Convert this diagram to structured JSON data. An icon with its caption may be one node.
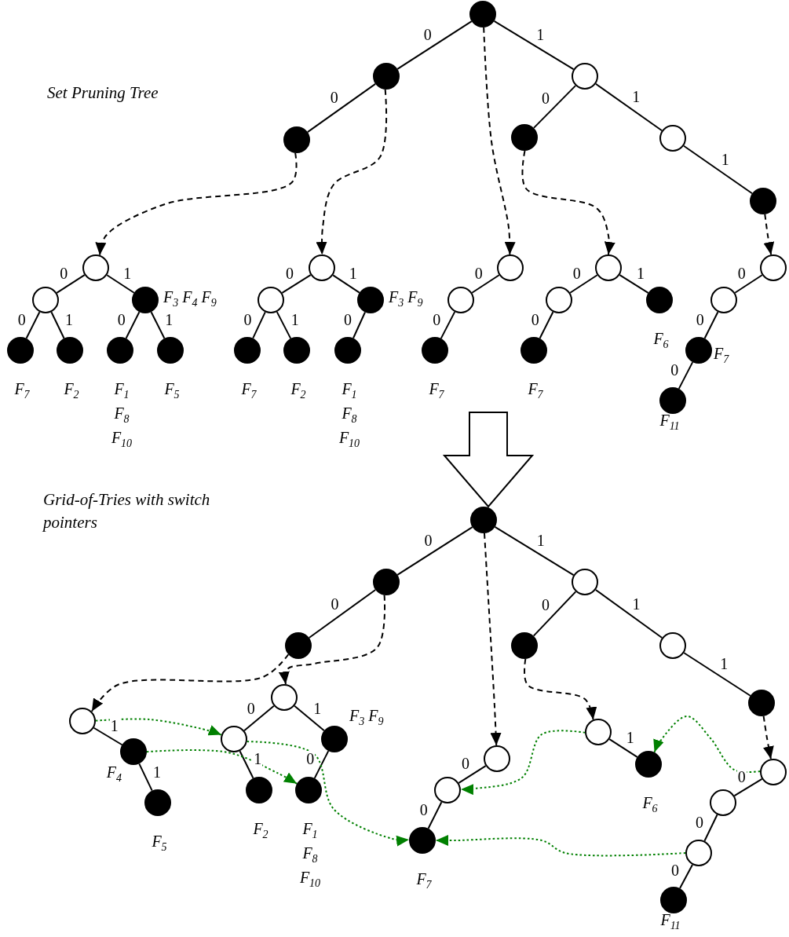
{
  "diagram": {
    "nodes": [
      {
        "text": [],
        "shape": "dot"
      },
      {
        "text": [],
        "shape": "dot"
      },
      {
        "text": [],
        "shape": "circle"
      },
      {
        "text": [],
        "shape": "dot"
      },
      {
        "text": [],
        "shape": "dot"
      },
      {
        "text": [],
        "shape": "circle"
      },
      {
        "text": [],
        "shape": "dot"
      },
      {
        "text": [],
        "shape": "circle"
      },
      {
        "text": [],
        "shape": "circle"
      },
      {
        "text": [],
        "shape": "dot",
        "beside": [
          "F$_{3}$ F$_{4}$ F$_{9}$"
        ]
      },
      {
        "text": [],
        "shape": "dot",
        "beside": [
          "F$_{7}$"
        ]
      },
      {
        "text": [],
        "shape": "dot",
        "beside": [
          "F$_{2}$"
        ]
      },
      {
        "text": [],
        "shape": "dot",
        "beside": [
          "F$_{1}$",
          "F$_{8}$",
          "F$_{10}$"
        ]
      },
      {
        "text": [],
        "shape": "dot",
        "beside": [
          "F$_{5}$"
        ]
      },
      {
        "text": [],
        "shape": "circle"
      },
      {
        "text": [],
        "shape": "circle"
      },
      {
        "text": [],
        "shape": "dot",
        "beside": [
          "F$_{3}$ F$_{9}$"
        ]
      },
      {
        "text": [],
        "shape": "dot",
        "beside": [
          "F$_{7}$"
        ]
      },
      {
        "text": [],
        "shape": "dot",
        "beside": [
          "F$_{2}$"
        ]
      },
      {
        "text": [],
        "shape": "dot",
        "beside": [
          "F$_{1}$",
          "F$_{8}$",
          "F$_{10}$"
        ]
      },
      {
        "text": [],
        "shape": "circle"
      },
      {
        "text": [],
        "shape": "circle"
      },
      {
        "text": [],
        "shape": "dot",
        "beside": [
          "F$_{7}$"
        ]
      },
      {
        "text": [],
        "shape": "circle"
      },
      {
        "text": [],
        "shape": "circle"
      },
      {
        "text": [],
        "shape": "dot",
        "beside": [
          "F$_{6}$"
        ]
      },
      {
        "text": [],
        "shape": "dot",
        "beside": [
          "F$_{7}$"
        ]
      },
      {
        "text": [],
        "shape": "circle"
      },
      {
        "text": [],
        "shape": "circle"
      },
      {
        "text": [],
        "shape": "dot",
        "beside": [
          "F$_{7}$"
        ]
      },
      {
        "text": [],
        "shape": "dot",
        "beside": [
          "F$_{11}$"
        ]
      },
      {
        "text": [],
        "shape": "dot"
      },
      {
        "text": [],
        "shape": "dot"
      },
      {
        "text": [],
        "shape": "circle"
      },
      {
        "text": [],
        "shape": "dot"
      },
      {
        "text": [],
        "shape": "dot"
      },
      {
        "text": [],
        "shape": "circle"
      },
      {
        "text": [],
        "shape": "dot"
      },
      {
        "text": [],
        "shape": "circle"
      },
      {
        "text": [],
        "shape": "dot",
        "beside": [
          "F$_{4}$"
        ]
      },
      {
        "text": [],
        "shape": "circle"
      },
      {
        "text": [],
        "shape": "circle"
      },
      {
        "text": [],
        "shape": "dot",
        "beside": [
          "F$_{3}$ F$_{9}$"
        ]
      },
      {
        "text": [],
        "shape": "dot",
        "beside": [
          "F$_{5}$"
        ]
      },
      {
        "text": [],
        "shape": "dot",
        "beside": [
          "F$_{2}$"
        ]
      },
      {
        "text": [],
        "shape": "dot",
        "beside": [
          "F$_{1}$",
          "F$_{8}$",
          "F$_{10}$"
        ]
      },
      {
        "text": [],
        "shape": "circle"
      },
      {
        "text": [],
        "shape": "circle"
      },
      {
        "text": [],
        "shape": "dot",
        "beside": [
          "F$_{7}$"
        ]
      },
      {
        "text": [],
        "shape": "circle"
      },
      {
        "text": [],
        "shape": "dot",
        "beside": [
          "F$_{6}$"
        ]
      },
      {
        "text": [],
        "shape": "circle"
      },
      {
        "text": [],
        "shape": "circle"
      },
      {
        "text": [],
        "shape": "circle"
      },
      {
        "text": [],
        "shape": "dot",
        "beside": [
          "F$_{11}$"
        ]
      }
    ],
    "edges": [
      {
        "from": 0,
        "to": 1,
        "arrow": "none",
        "label": "0"
      },
      {
        "from": 0,
        "to": 2,
        "arrow": "none",
        "label": "1"
      },
      {
        "from": 1,
        "to": 3,
        "arrow": "none",
        "label": "0"
      },
      {
        "from": 2,
        "to": 4,
        "arrow": "none",
        "label": "0"
      },
      {
        "from": 2,
        "to": 5,
        "arrow": "none",
        "label": "1"
      },
      {
        "from": 5,
        "to": 6,
        "arrow": "none",
        "label": "1"
      },
      {
        "from": 7,
        "to": 8,
        "arrow": "none",
        "label": "0"
      },
      {
        "from": 7,
        "to": 9,
        "arrow": "none",
        "label": "1"
      },
      {
        "from": 8,
        "to": 10,
        "arrow": "none",
        "label": "0"
      },
      {
        "from": 8,
        "to": 11,
        "arrow": "none",
        "label": "1"
      },
      {
        "from": 9,
        "to": 12,
        "arrow": "none",
        "label": "0"
      },
      {
        "from": 9,
        "to": 13,
        "arrow": "none",
        "label": "1"
      },
      {
        "from": 14,
        "to": 15,
        "arrow": "none",
        "label": "0"
      },
      {
        "from": 14,
        "to": 16,
        "arrow": "none",
        "label": "1"
      },
      {
        "from": 15,
        "to": 17,
        "arrow": "none",
        "label": "0"
      },
      {
        "from": 15,
        "to": 18,
        "arrow": "none",
        "label": "1"
      },
      {
        "from": 16,
        "to": 19,
        "arrow": "none",
        "label": "0"
      },
      {
        "from": 20,
        "to": 21,
        "arrow": "none",
        "label": "0"
      },
      {
        "from": 21,
        "to": 22,
        "arrow": "none",
        "label": "0"
      },
      {
        "from": 23,
        "to": 24,
        "arrow": "none",
        "label": "0"
      },
      {
        "from": 23,
        "to": 25,
        "arrow": "none",
        "label": "1"
      },
      {
        "from": 24,
        "to": 26,
        "arrow": "none",
        "label": "0"
      },
      {
        "from": 27,
        "to": 28,
        "arrow": "none",
        "label": "0"
      },
      {
        "from": 28,
        "to": 29,
        "arrow": "none",
        "label": "0"
      },
      {
        "from": 29,
        "to": 30,
        "arrow": "none",
        "label": "0"
      },
      {
        "from": 3,
        "to": 7,
        "arrow": "to",
        "style": "dashed"
      },
      {
        "from": 1,
        "to": 14,
        "arrow": "to",
        "style": "dashed"
      },
      {
        "from": 0,
        "to": 20,
        "arrow": "to",
        "style": "dashed"
      },
      {
        "from": 4,
        "to": 23,
        "arrow": "to",
        "style": "dashed"
      },
      {
        "from": 6,
        "to": 27,
        "arrow": "to",
        "style": "dashed"
      },
      {
        "from": 31,
        "to": 32,
        "arrow": "none",
        "label": "0"
      },
      {
        "from": 31,
        "to": 33,
        "arrow": "none",
        "label": "1"
      },
      {
        "from": 32,
        "to": 34,
        "arrow": "none",
        "label": "0"
      },
      {
        "from": 33,
        "to": 35,
        "arrow": "none",
        "label": "0"
      },
      {
        "from": 33,
        "to": 36,
        "arrow": "none",
        "label": "1"
      },
      {
        "from": 36,
        "to": 37,
        "arrow": "none",
        "label": "1"
      },
      {
        "from": 38,
        "to": 39,
        "arrow": "none",
        "label": "1"
      },
      {
        "from": 39,
        "to": 43,
        "arrow": "none",
        "label": "1"
      },
      {
        "from": 40,
        "to": 41,
        "arrow": "none",
        "label": "0"
      },
      {
        "from": 40,
        "to": 42,
        "arrow": "none",
        "label": "1"
      },
      {
        "from": 41,
        "to": 44,
        "arrow": "none",
        "label": "1"
      },
      {
        "from": 42,
        "to": 45,
        "arrow": "none",
        "label": "0"
      },
      {
        "from": 46,
        "to": 47,
        "arrow": "none",
        "label": "0"
      },
      {
        "from": 47,
        "to": 48,
        "arrow": "none",
        "label": "0"
      },
      {
        "from": 49,
        "to": 50,
        "arrow": "none",
        "label": "1"
      },
      {
        "from": 51,
        "to": 52,
        "arrow": "none",
        "label": "0"
      },
      {
        "from": 52,
        "to": 53,
        "arrow": "none",
        "label": "0"
      },
      {
        "from": 53,
        "to": 54,
        "arrow": "none",
        "label": "0"
      },
      {
        "from": 34,
        "to": 38,
        "arrow": "to",
        "style": "dashed"
      },
      {
        "from": 32,
        "to": 40,
        "arrow": "to",
        "style": "dashed"
      },
      {
        "from": 31,
        "to": 46,
        "arrow": "to",
        "style": "dashed"
      },
      {
        "from": 35,
        "to": 49,
        "arrow": "to",
        "style": "dashed"
      },
      {
        "from": 37,
        "to": 51,
        "arrow": "to",
        "style": "dashed"
      },
      {
        "from": 38,
        "to": 41,
        "arrow": "to",
        "style": "dashed",
        "color": "#008000"
      },
      {
        "from": 39,
        "to": 45,
        "arrow": "to",
        "style": "dashed",
        "color": "#008000"
      },
      {
        "from": 41,
        "to": 48,
        "arrow": "to",
        "style": "dashed",
        "color": "#008000"
      },
      {
        "from": 49,
        "to": 47,
        "arrow": "to",
        "style": "dashed",
        "color": "#008000"
      },
      {
        "from": 51,
        "to": 50,
        "arrow": "to",
        "style": "dashed",
        "color": "#008000"
      },
      {
        "from": 53,
        "to": 48,
        "arrow": "to",
        "style": "dashed",
        "color": "#008000"
      }
    ],
    "labels": [
      "Set Pruning Tree",
      "Grid-of-Tries with switch pointers"
    ]
  }
}
